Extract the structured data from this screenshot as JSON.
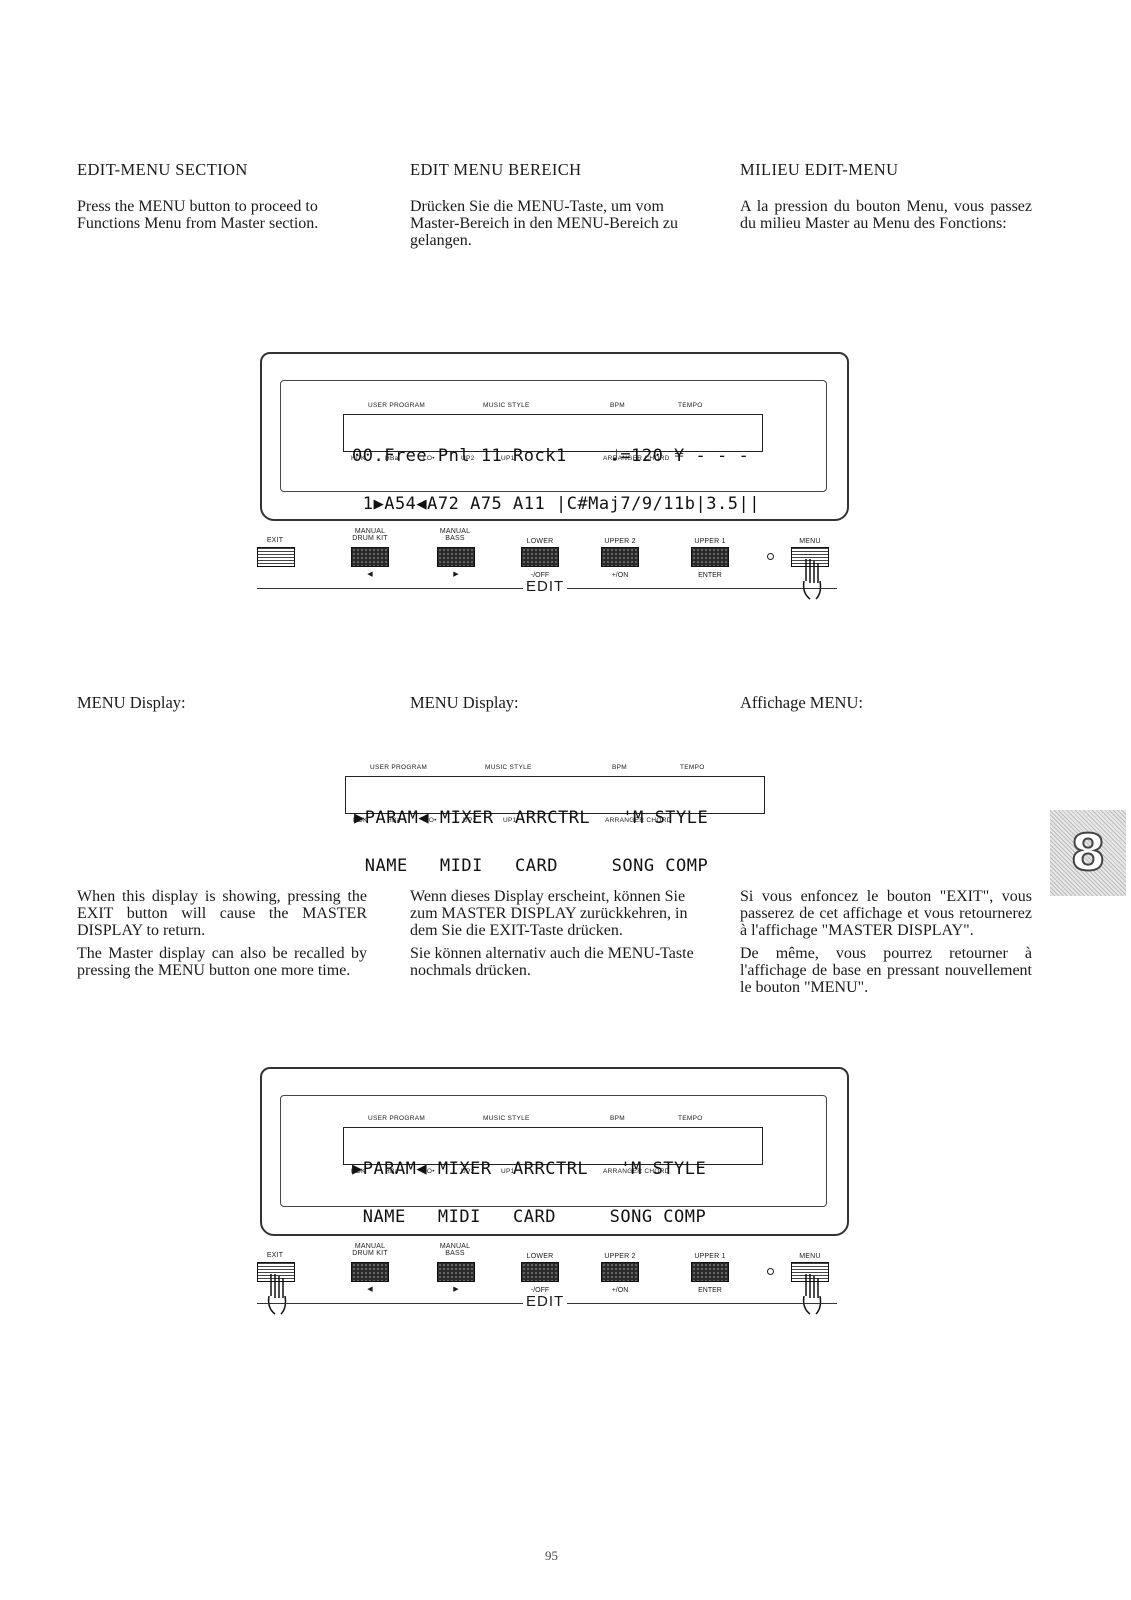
{
  "sections": {
    "en": {
      "heading": "EDIT-MENU SECTION",
      "intro": "Press the MENU button to proceed to Functions Menu from Master section.",
      "display_label": "MENU Display:",
      "body1": "When this display is showing, pressing the EXIT button will cause the MASTER DISPLAY to return.",
      "body2": "The Master display can also be recalled by pressing the MENU button one more time."
    },
    "de": {
      "heading": "EDIT MENU BEREICH",
      "intro": "Drücken Sie die MENU-Taste, um vom Master-Bereich in den MENU-Bereich zu gelangen.",
      "display_label": "MENU Display:",
      "body1": "Wenn dieses Display erscheint, können Sie zum MASTER DISPLAY zurückkehren, in dem Sie die EXIT-Taste drücken.",
      "body2": "Sie können alternativ auch die MENU-Taste nochmals drücken."
    },
    "fr": {
      "heading": "MILIEU EDIT-MENU",
      "intro": "A la pression du bouton Menu, vous passez du milieu Master au Menu des Fonctions:",
      "display_label": "Affichage MENU:",
      "body1": "Si vous enfoncez le bouton \"EXIT\", vous passerez de cet affichage et vous retournerez à l'affichage \"MASTER DISPLAY\".",
      "body2": "De même, vous pourrez retourner à l'affichage de base en pressant nouvellement le bouton \"MENU\"."
    }
  },
  "lcd_labels": {
    "top": [
      "USER PROGRAM",
      "MUSIC STYLE",
      "BPM",
      "TEMPO"
    ],
    "bottom": [
      "HDK",
      "HBa",
      "LO•",
      "UP2",
      "UP1",
      "ARRANGER CHORD"
    ]
  },
  "master_display": {
    "line1": "00.Free Pnl 11 Rock1    ♩=120 ¥ - - -",
    "line2": " 1▶A54◀A72 A75 A11 |C#Maj7/9/11b|3.5||"
  },
  "menu_display": {
    "line1": "▶PARAM◀ MIXER  ARRCTRL   'M STYLE",
    "line2": " NAME   MIDI   CARD     SONG COMP"
  },
  "panel_buttons": {
    "exit": "EXIT",
    "manual_drum_kit": [
      "MANUAL",
      "DRUM KIT"
    ],
    "manual_bass": [
      "MANUAL",
      "BASS"
    ],
    "lower": "LOWER",
    "upper2": "UPPER 2",
    "upper1": "UPPER 1",
    "menu": "MENU",
    "sub_off": "-/OFF",
    "sub_on": "+/ON",
    "sub_enter": "ENTER",
    "edit": "EDIT"
  },
  "tab_number": "8",
  "page_number": "95"
}
